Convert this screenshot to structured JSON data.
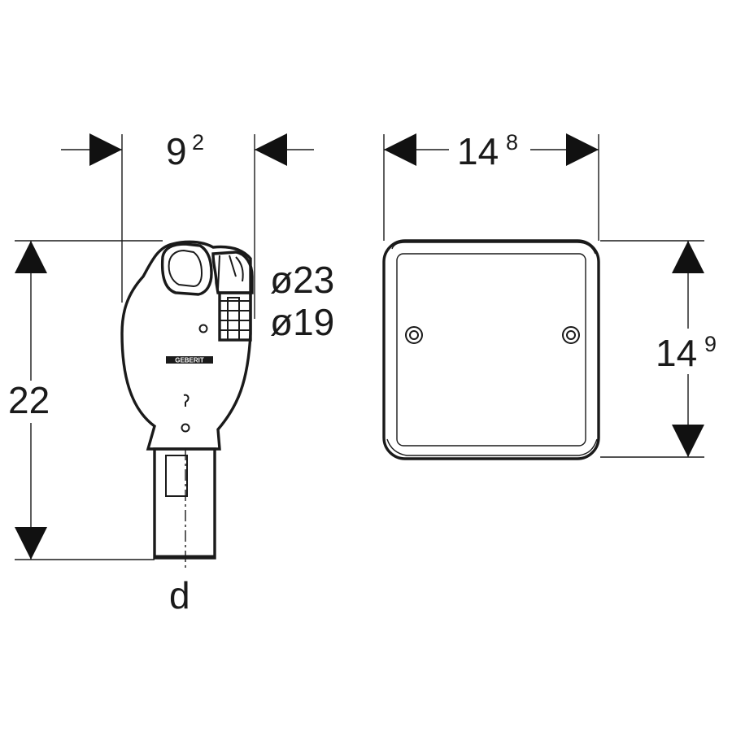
{
  "siphon": {
    "brand_label": "GEBERIT",
    "width": {
      "main": "9",
      "sup": "2"
    },
    "height": "22",
    "outlet_label": "d",
    "inlet_outer_diameter": "ø23",
    "inlet_inner_diameter": "ø19"
  },
  "cover_plate": {
    "width": {
      "main": "14",
      "sup": "8"
    },
    "height": {
      "main": "14",
      "sup": "9"
    }
  },
  "colors": {
    "line": "#1a1a1a",
    "background": "#ffffff"
  }
}
